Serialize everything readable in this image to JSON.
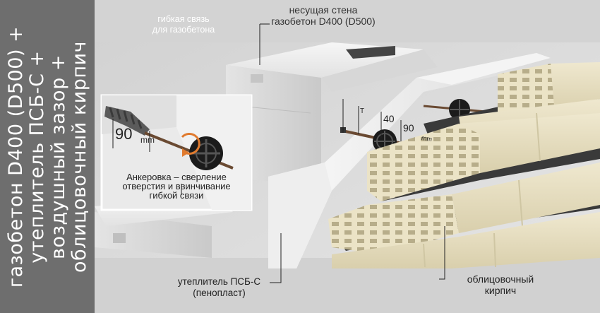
{
  "title": {
    "lines": [
      "газобетон D400 (D500) +",
      "утеплитель ПСБ-С +",
      "воздушный зазор +",
      "облицовочный кирпич"
    ]
  },
  "labels": {
    "flexible_tie": [
      "гибкая связь",
      "для газобетона"
    ],
    "bearing_wall": [
      "несущая стена",
      "газобетон D400 (D500)"
    ],
    "anchoring": [
      "Анкеровка – сверление",
      "отверстия и ввинчивание",
      "гибкой связи"
    ],
    "insulation": [
      "утеплитель ПСБ-С",
      "(пенопласт)"
    ],
    "facing_brick": [
      "облицовочный",
      "кирпич"
    ]
  },
  "dimensions": {
    "inset_value": "90",
    "inset_unit": "mm",
    "gap": "40",
    "insulation_thickness": "90",
    "unit": "mm",
    "marker": "T"
  },
  "colors": {
    "sidebar": "#6e6e6e",
    "block": "#ececec",
    "brick": "#e9e1c4",
    "mortar": "#3a3a3a",
    "tie_rod": "#6a4a32",
    "arrow": "#e07a2e"
  }
}
